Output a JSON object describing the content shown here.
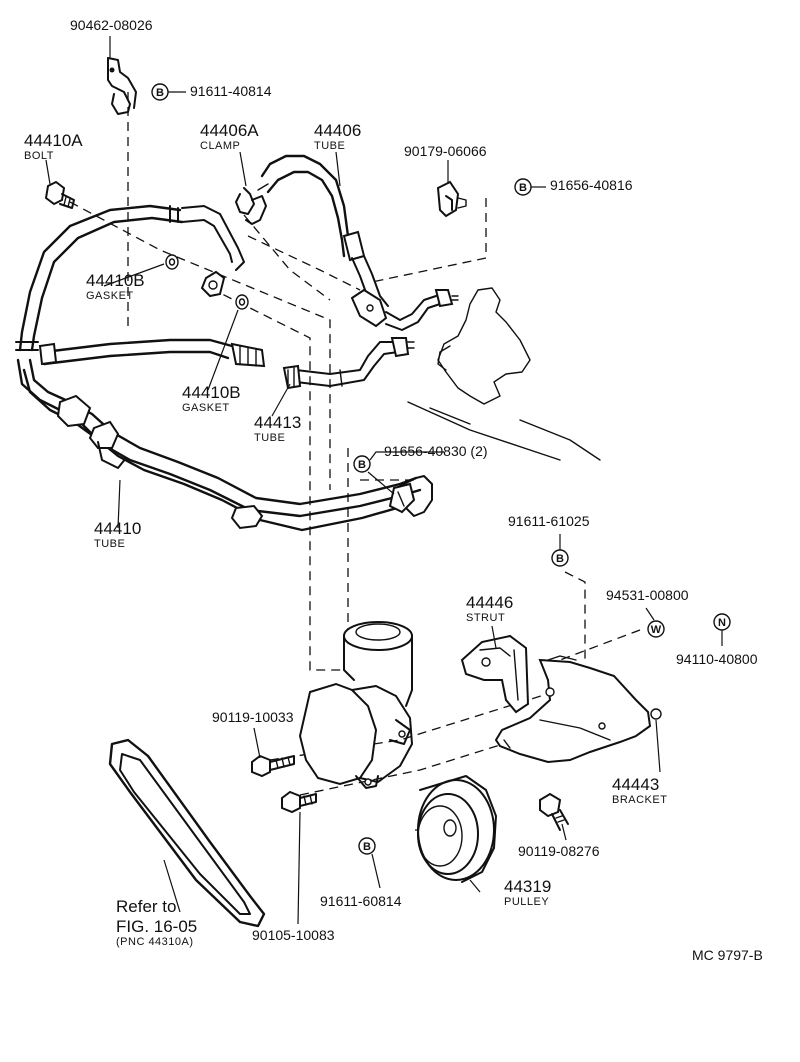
{
  "labels": {
    "p_90462_08026": "90462-08026",
    "p_91611_40814": "91611-40814",
    "p_44410A": "44410A",
    "p_bolt": "BOLT",
    "p_44406A": "44406A",
    "p_clamp": "CLAMP",
    "p_44406": "44406",
    "p_tube_44406": "TUBE",
    "p_90179_06066": "90179-06066",
    "p_91656_40816": "91656-40816",
    "p_44410B_1": "44410B",
    "p_gasket_1": "GASKET",
    "p_44410B_2": "44410B",
    "p_gasket_2": "GASKET",
    "p_44413": "44413",
    "p_tube_44413": "TUBE",
    "p_91656_40830": "91656-40830 (2)",
    "p_44410": "44410",
    "p_tube_44410": "TUBE",
    "p_91611_61025": "91611-61025",
    "p_44446": "44446",
    "p_strut": "STRUT",
    "p_94531_00800": "94531-00800",
    "p_94110_40800": "94110-40800",
    "p_90119_10033": "90119-10033",
    "p_44443": "44443",
    "p_bracket": "BRACKET",
    "p_90119_08276": "90119-08276",
    "p_44319": "44319",
    "p_pulley": "PULLEY",
    "p_91611_60814": "91611-60814",
    "p_90105_10083": "90105-10083",
    "p_refer_1": "Refer to",
    "p_refer_2": "FIG. 16-05",
    "p_refer_3": "(PNC 44310A)",
    "p_mc": "MC  9797-B"
  },
  "symbols": {
    "b": "B",
    "w": "W",
    "n": "N"
  }
}
